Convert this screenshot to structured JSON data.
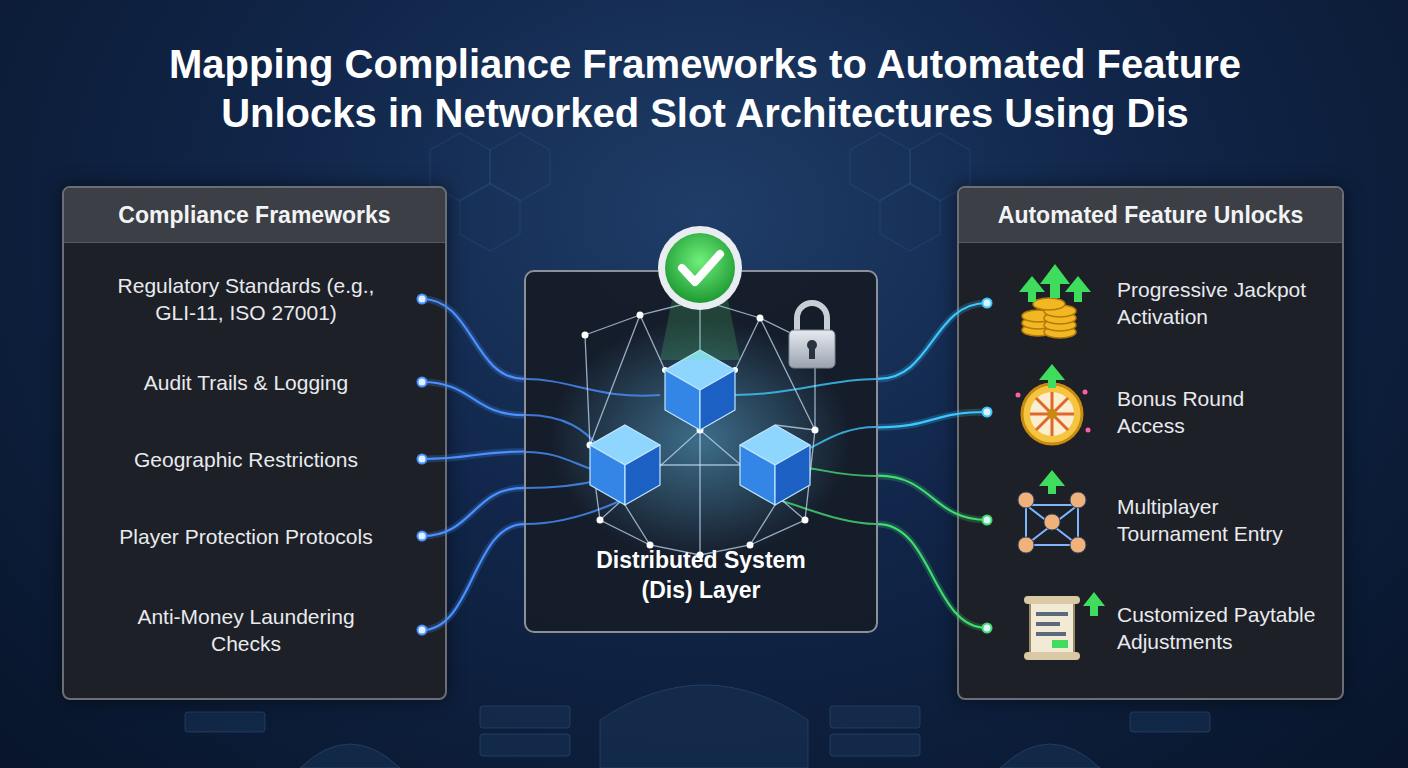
{
  "diagram": {
    "title": "Mapping Compliance Frameworks to Automated Feature Unlocks in Networked Slot Architectures Using Dis",
    "nodes": [
      {
        "text": [
          "Compliance Frameworks"
        ]
      },
      {
        "text": [
          "Regulatory Standards (e.g., GLI-11, ISO 27001)"
        ],
        "in": 0
      },
      {
        "text": [
          "Audit Trails & Logging"
        ],
        "in": 0
      },
      {
        "text": [
          "Geographic Restrictions"
        ],
        "in": 0
      },
      {
        "text": [
          "Player Protection Protocols"
        ],
        "in": 0
      },
      {
        "text": [
          "Anti-Money Laundering Checks"
        ],
        "in": 0
      },
      {
        "text": [
          "Distributed System (Dis) Layer"
        ]
      },
      {
        "text": [
          "Automated Feature Unlocks"
        ]
      },
      {
        "text": [
          "Progressive Jackpot Activation"
        ],
        "in": 7
      },
      {
        "text": [
          "Bonus Round Access"
        ],
        "in": 7
      },
      {
        "text": [
          "Multiplayer Tournament Entry"
        ],
        "in": 7
      },
      {
        "text": [
          "Customized Paytable Adjustments"
        ],
        "in": 7
      }
    ],
    "edges": [
      {
        "from": 1,
        "to": 6,
        "arrow": "none"
      },
      {
        "from": 2,
        "to": 6,
        "arrow": "none"
      },
      {
        "from": 3,
        "to": 6,
        "arrow": "none"
      },
      {
        "from": 4,
        "to": 6,
        "arrow": "none"
      },
      {
        "from": 5,
        "to": 6,
        "arrow": "none"
      },
      {
        "from": 6,
        "to": 8,
        "arrow": "none"
      },
      {
        "from": 6,
        "to": 9,
        "arrow": "none"
      },
      {
        "from": 6,
        "to": 10,
        "arrow": "none"
      },
      {
        "from": 6,
        "to": 11,
        "arrow": "none"
      }
    ]
  }
}
